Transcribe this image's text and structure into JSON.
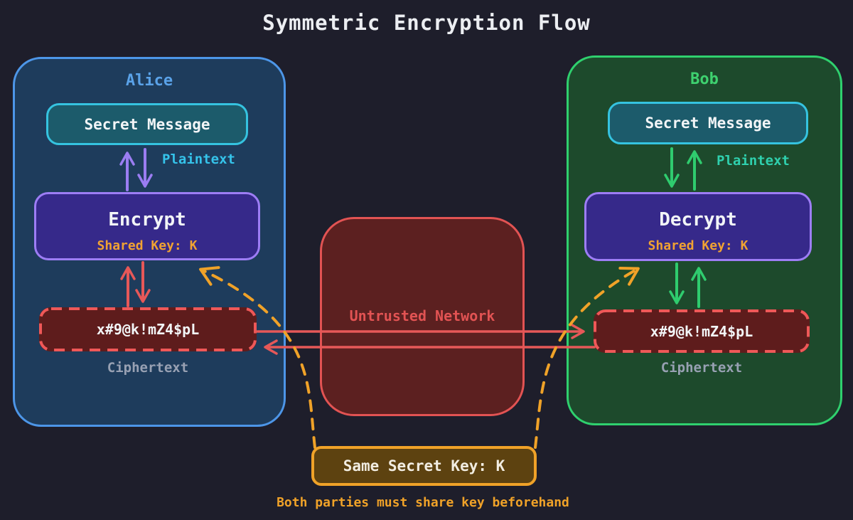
{
  "title": "Symmetric Encryption Flow",
  "colors": {
    "background": "#1e1e2b",
    "alice_border": "#4d96e8",
    "alice_fill": "#1e3c5c",
    "bob_border": "#2fd06e",
    "bob_fill": "#1d4a2c",
    "message_border": "#35c3e0",
    "message_fill": "#1c5b6b",
    "process_border": "#9d7df5",
    "process_fill": "#36298a",
    "cipher_border": "#ef5858",
    "cipher_fill": "#5e1c1c",
    "network_border": "#e25353",
    "network_fill": "#5c2020",
    "key_border": "#f0a228",
    "key_fill": "#5d4210",
    "arrow_purple": "#9b7df2",
    "arrow_red": "#e65858",
    "arrow_green": "#2fcc6e",
    "arrow_orange": "#f0a228",
    "shared_key_text": "#f0a232",
    "ciphertext_label_text": "#98a1b3"
  },
  "alice": {
    "label": "Alice",
    "secret_message": "Secret Message",
    "plaintext_label": "Plaintext",
    "process": "Encrypt",
    "shared_key": "Shared Key: K",
    "ciphertext_value": "x#9@k!mZ4$pL",
    "ciphertext_label": "Ciphertext"
  },
  "bob": {
    "label": "Bob",
    "secret_message": "Secret Message",
    "plaintext_label": "Plaintext",
    "process": "Decrypt",
    "shared_key": "Shared Key: K",
    "ciphertext_value": "x#9@k!mZ4$pL",
    "ciphertext_label": "Ciphertext"
  },
  "network": {
    "label": "Untrusted Network"
  },
  "key_note": {
    "box_label": "Same Secret Key: K",
    "caption": "Both parties must share key beforehand"
  }
}
